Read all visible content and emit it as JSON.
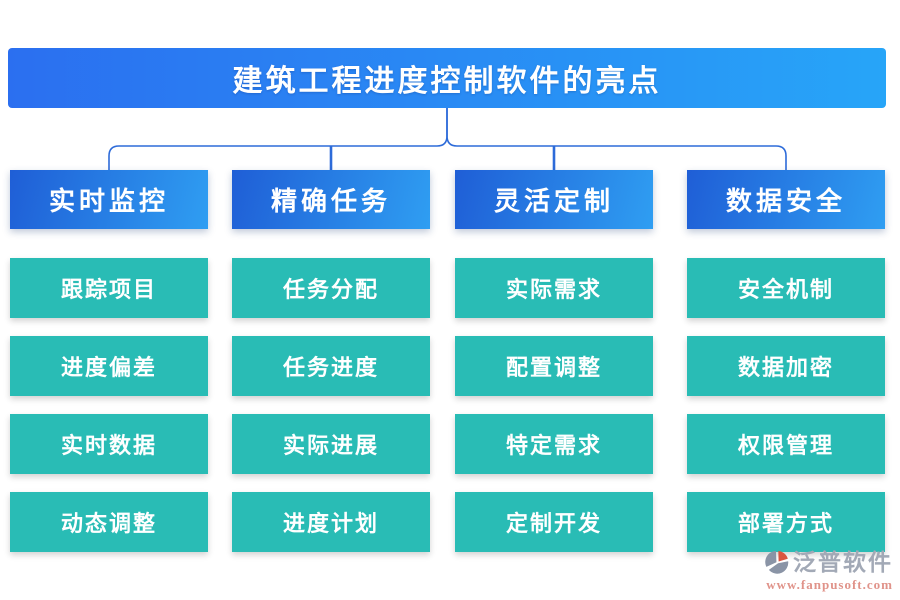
{
  "title": "建筑工程进度控制软件的亮点",
  "columns": [
    {
      "header": "实时监控",
      "items": [
        "跟踪项目",
        "进度偏差",
        "实时数据",
        "动态调整"
      ]
    },
    {
      "header": "精确任务",
      "items": [
        "任务分配",
        "任务进度",
        "实际进展",
        "进度计划"
      ]
    },
    {
      "header": "灵活定制",
      "items": [
        "实际需求",
        "配置调整",
        "特定需求",
        "定制开发"
      ]
    },
    {
      "header": "数据安全",
      "items": [
        "安全机制",
        "数据加密",
        "权限管理",
        "部署方式"
      ]
    }
  ],
  "footer": {
    "brand": "泛普软件",
    "url": "www.fanpusoft.com"
  },
  "colors": {
    "banner_gradient_left": "#2b6ff0",
    "banner_gradient_right": "#27a5f8",
    "header_gradient_start": "#1f5ed6",
    "header_gradient_end": "#2f9ef2",
    "node_teal": "#29bcb5",
    "connector_blue": "#2d6bd9",
    "brand_gray": "#a2a9b6",
    "brand_url_salmon": "#e0938a",
    "logo_orange": "#d95540",
    "logo_slate": "#8a94a6"
  }
}
